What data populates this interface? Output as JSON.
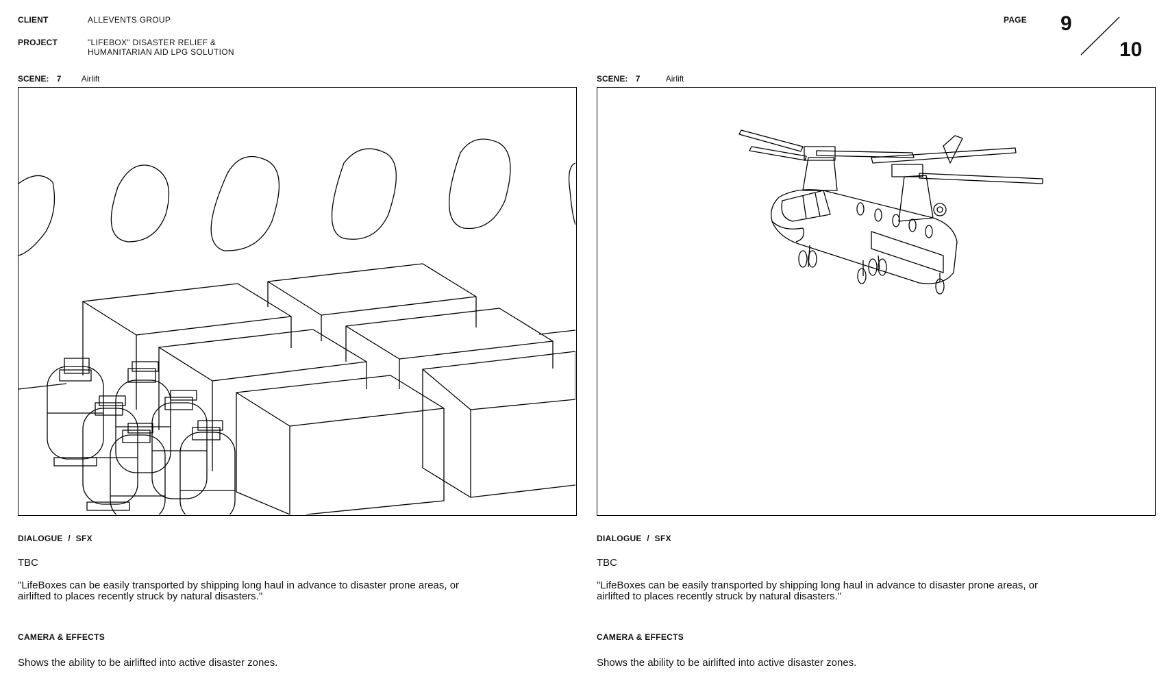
{
  "header": {
    "client_label": "CLIENT",
    "client_value": "ALLEVENTS GROUP",
    "project_label": "PROJECT",
    "project_line1": "\"LIFEBOX\" DISASTER RELIEF &",
    "project_line2": "HUMANITARIAN AID LPG SOLUTION",
    "page_label": "PAGE",
    "page_current": "9",
    "page_total": "10"
  },
  "panels": [
    {
      "scene_label": "SCENE:",
      "scene_number": "7",
      "scene_title": "Airlift",
      "image_icon": "cargo-hold-sketch",
      "dialogue_label": "DIALOGUE",
      "dialogue_sep": "/",
      "sfx_label": "SFX",
      "dialogue_status": "TBC",
      "dialogue_line1": "\"LifeBoxes can be easily transported by shipping long haul in advance to disaster prone areas, or",
      "dialogue_line2": "airlifted to places recently struck by natural disasters.\"",
      "camera_label": "CAMERA & EFFECTS",
      "camera_text": "Shows the ability to be airlifted into active disaster zones."
    },
    {
      "scene_label": "SCENE:",
      "scene_number": "7",
      "scene_title": "Airlift",
      "image_icon": "helicopter-sketch",
      "dialogue_label": "DIALOGUE",
      "dialogue_sep": "/",
      "sfx_label": "SFX",
      "dialogue_status": "TBC",
      "dialogue_line1": "\"LifeBoxes can be easily transported by shipping long haul in advance to disaster prone areas, or",
      "dialogue_line2": "airlifted to places recently struck by natural disasters.\"",
      "camera_label": "CAMERA & EFFECTS",
      "camera_text": "Shows the ability to be airlifted into active disaster zones."
    }
  ],
  "colors": {
    "ink": "#111111",
    "paper": "#ffffff"
  }
}
